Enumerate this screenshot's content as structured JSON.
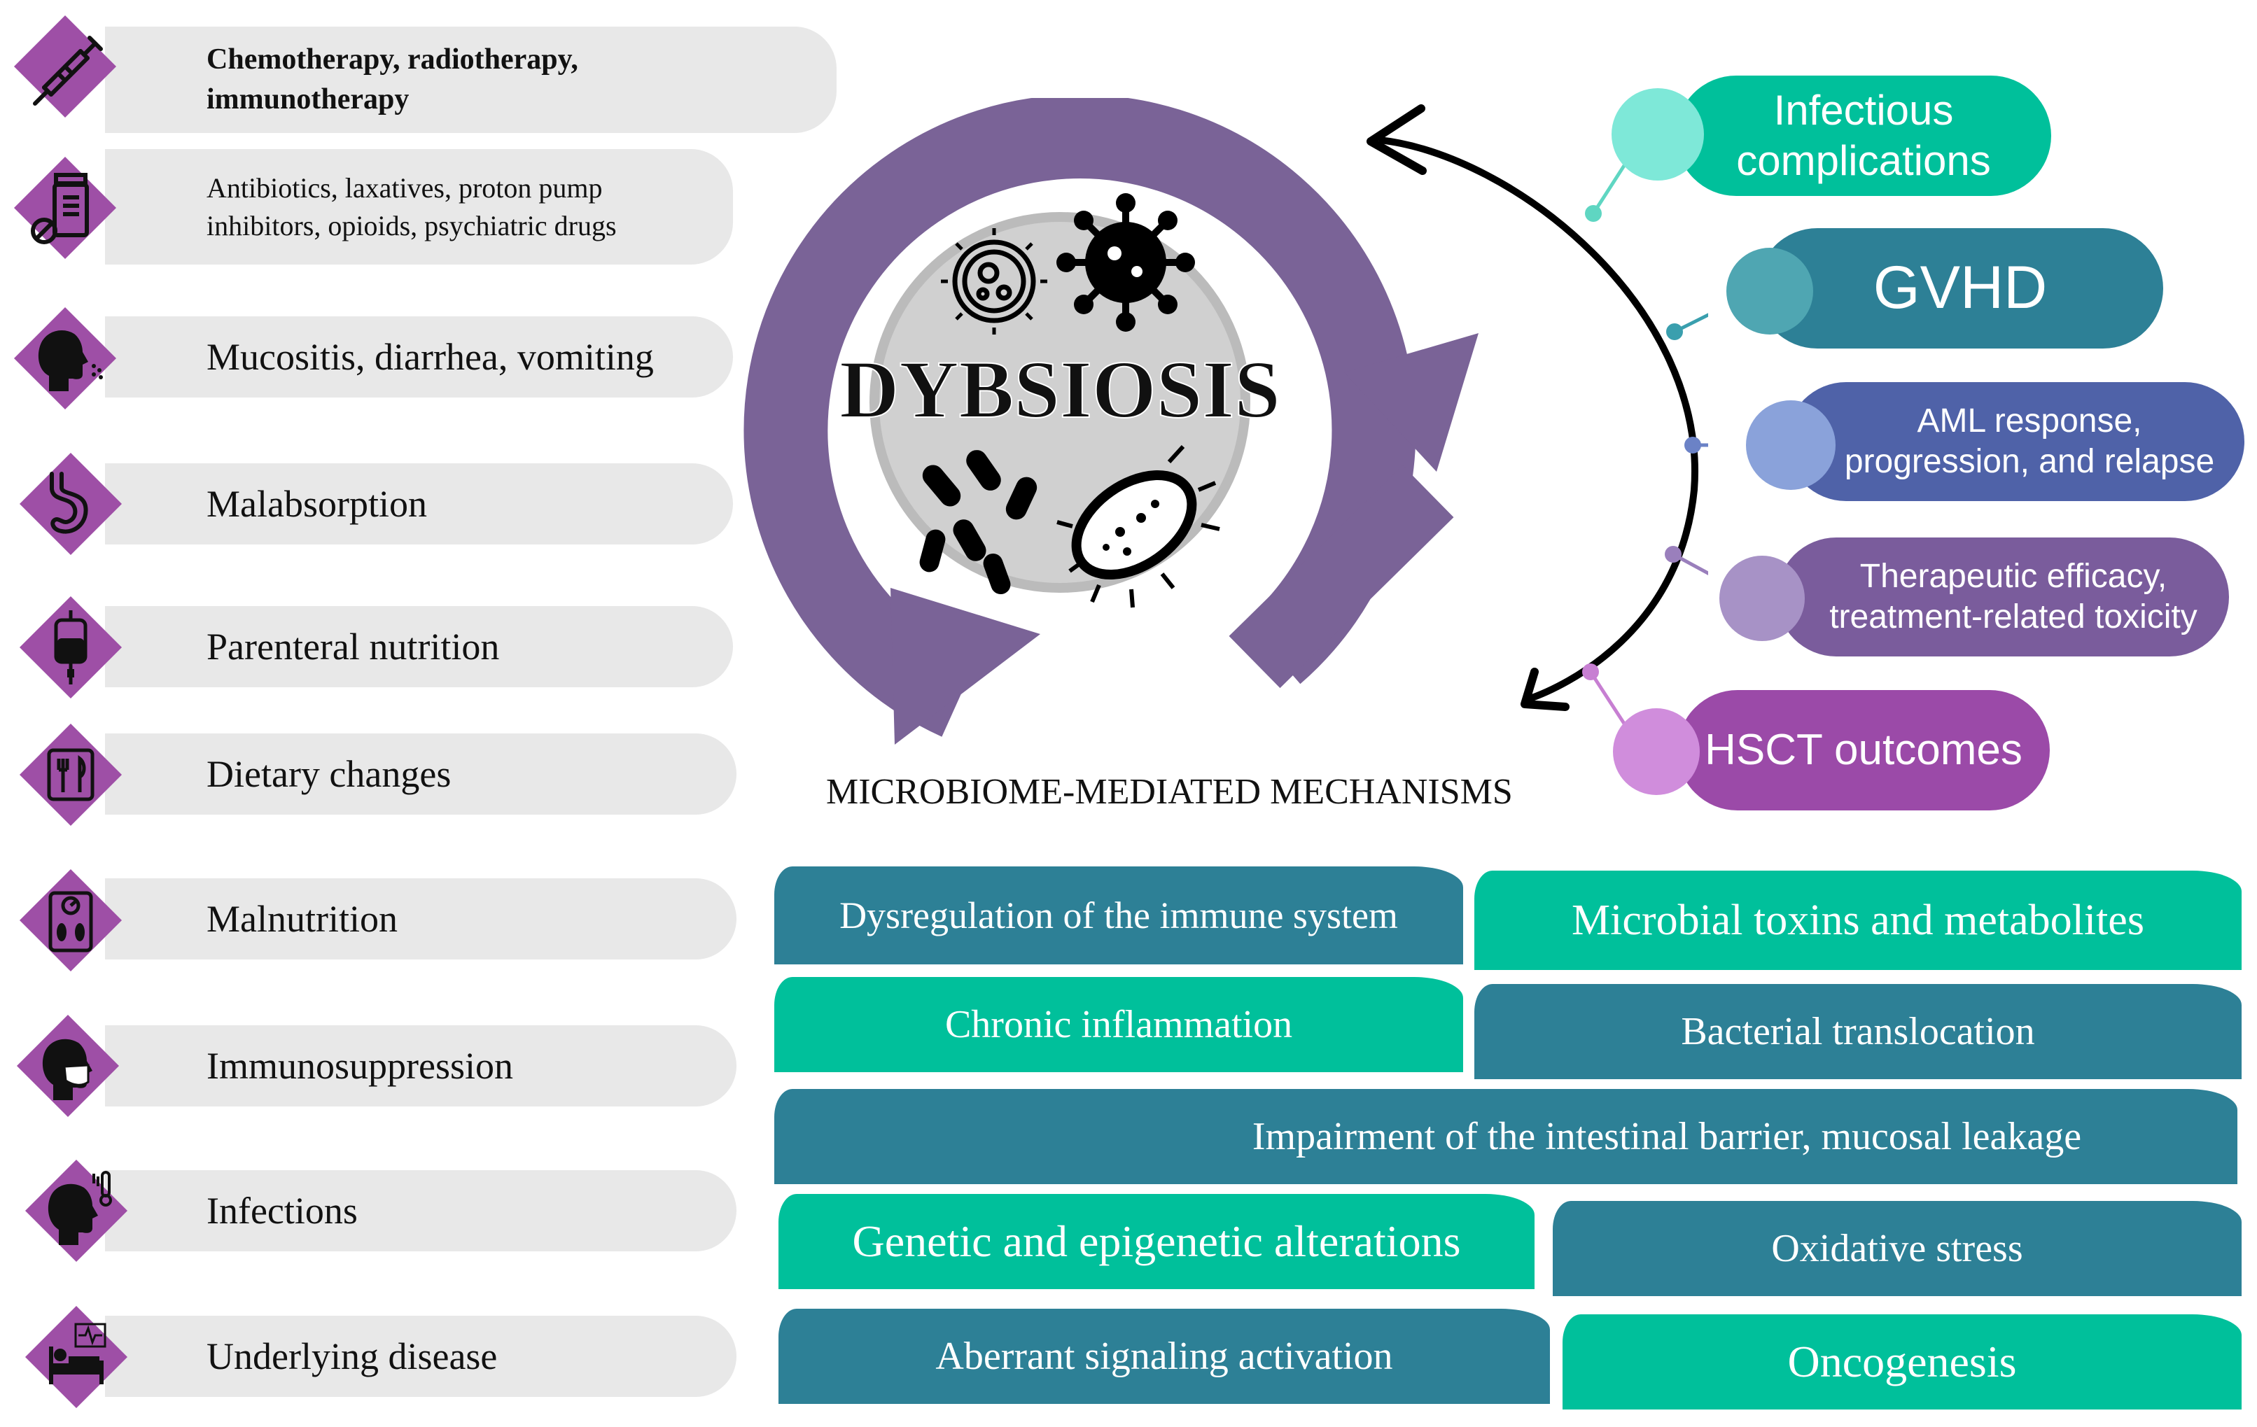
{
  "factors": [
    {
      "label": "Chemotherapy, radiotherapy,\nimmunotherapy",
      "icon": "syringe-icon"
    },
    {
      "label": "Antibiotics, laxatives, proton pump\ninhibitors, opioids, psychiatric drugs",
      "icon": "pill-bottle-icon"
    },
    {
      "label": "Mucositis, diarrhea, vomiting",
      "icon": "vomiting-head-icon"
    },
    {
      "label": "Malabsorption",
      "icon": "stomach-icon"
    },
    {
      "label": "Parenteral nutrition",
      "icon": "iv-bag-icon"
    },
    {
      "label": "Dietary changes",
      "icon": "fork-knife-icon"
    },
    {
      "label": "Malnutrition",
      "icon": "scale-icon"
    },
    {
      "label": "Immunosuppression",
      "icon": "mask-head-icon"
    },
    {
      "label": "Infections",
      "icon": "fever-head-icon"
    },
    {
      "label": "Underlying disease",
      "icon": "hospital-bed-icon"
    }
  ],
  "center": {
    "title": "DYBSIOSIS",
    "subtitle": "MICROBIOME-MEDIATED MECHANISMS"
  },
  "outcomes": [
    {
      "label": "Infectious\ncomplications"
    },
    {
      "label": "GVHD"
    },
    {
      "label": "AML response,\nprogression, and relapse"
    },
    {
      "label": "Therapeutic efficacy,\ntreatment-related toxicity"
    },
    {
      "label": "HSCT outcomes"
    }
  ],
  "mechanisms": [
    "Dysregulation of the immune system",
    "Microbial toxins and metabolites",
    "Chronic inflammation",
    "Bacterial translocation",
    "Impairment of the intestinal barrier, mucosal leakage",
    "Genetic and epigenetic alterations",
    "Oxidative stress",
    "Aberrant signaling activation",
    "Oncogenesis"
  ],
  "colors": {
    "purple": "#7a6397",
    "icon_purple": "#9e4fa6",
    "pill_gray": "#e8e8e8",
    "teal": "#00c09b",
    "dark_teal": "#2d8096",
    "outcome_1": "#00c09b",
    "outcome_2": "#2d8096",
    "outcome_3": "#4f62a8",
    "outcome_4": "#7a5c9c",
    "outcome_5": "#9b4aa8"
  }
}
